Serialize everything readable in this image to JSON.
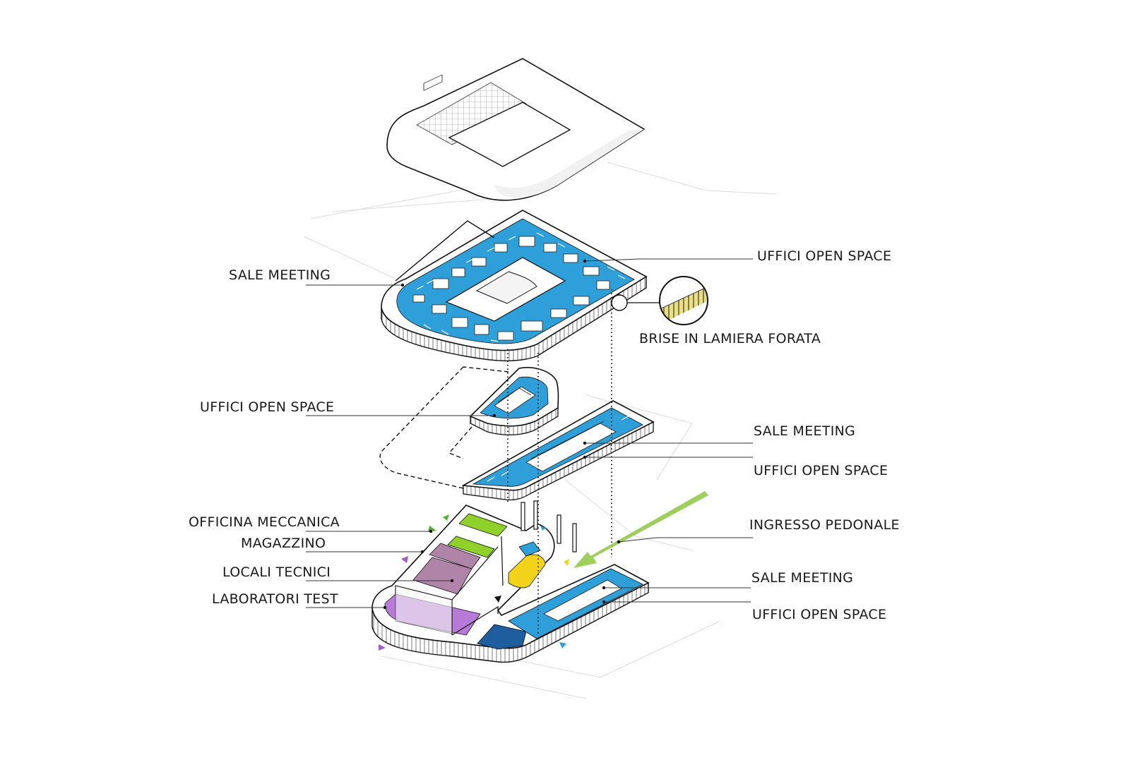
{
  "labels": {
    "roof_uffici": "UFFICI OPEN SPACE",
    "roof_sale": "SALE MEETING",
    "brise": "BRISE IN LAMIERA FORATA",
    "mid_uffici_left": "UFFICI OPEN SPACE",
    "mid_sale": "SALE MEETING",
    "mid_uffici_right": "UFFICI OPEN SPACE",
    "officina": "OFFICINA MECCANICA",
    "ingresso": "INGRESSO PEDONALE",
    "magazzino": "MAGAZZINO",
    "locali": "LOCALI TECNICI",
    "ground_sale": "SALE MEETING",
    "laboratori": "LABORATORI TEST",
    "ground_uffici": "UFFICI OPEN SPACE"
  },
  "colors": {
    "office_blue": "#2e9fd8",
    "dark_blue": "#1f5e9e",
    "green": "#8fd12a",
    "purple": "#b77ad6",
    "mauve": "#b083a8",
    "yellow": "#f3d21a",
    "entry_arrow": "#8dc63f",
    "line": "#111111"
  }
}
